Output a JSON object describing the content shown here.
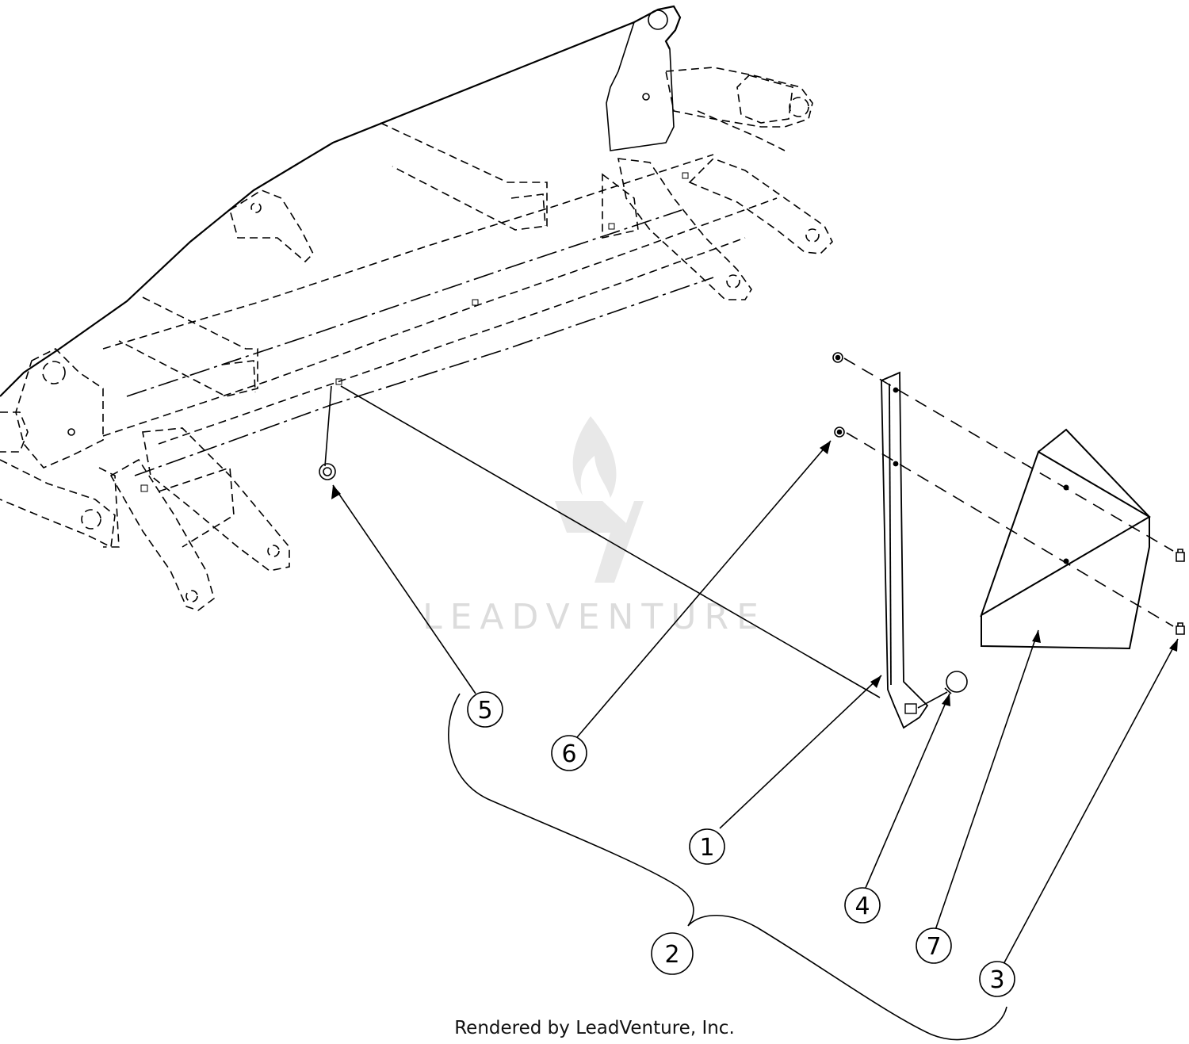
{
  "watermark": {
    "text": "LEADVENTURE"
  },
  "footer": {
    "text": "Rendered by LeadVenture, Inc."
  },
  "callouts": [
    {
      "id": "1",
      "label": "1"
    },
    {
      "id": "2",
      "label": "2"
    },
    {
      "id": "3",
      "label": "3"
    },
    {
      "id": "4",
      "label": "4"
    },
    {
      "id": "5",
      "label": "5"
    },
    {
      "id": "6",
      "label": "6"
    },
    {
      "id": "7",
      "label": "7"
    }
  ],
  "colors": {
    "line": "#000000",
    "watermark": "#d9d9d9",
    "background": "#ffffff"
  }
}
